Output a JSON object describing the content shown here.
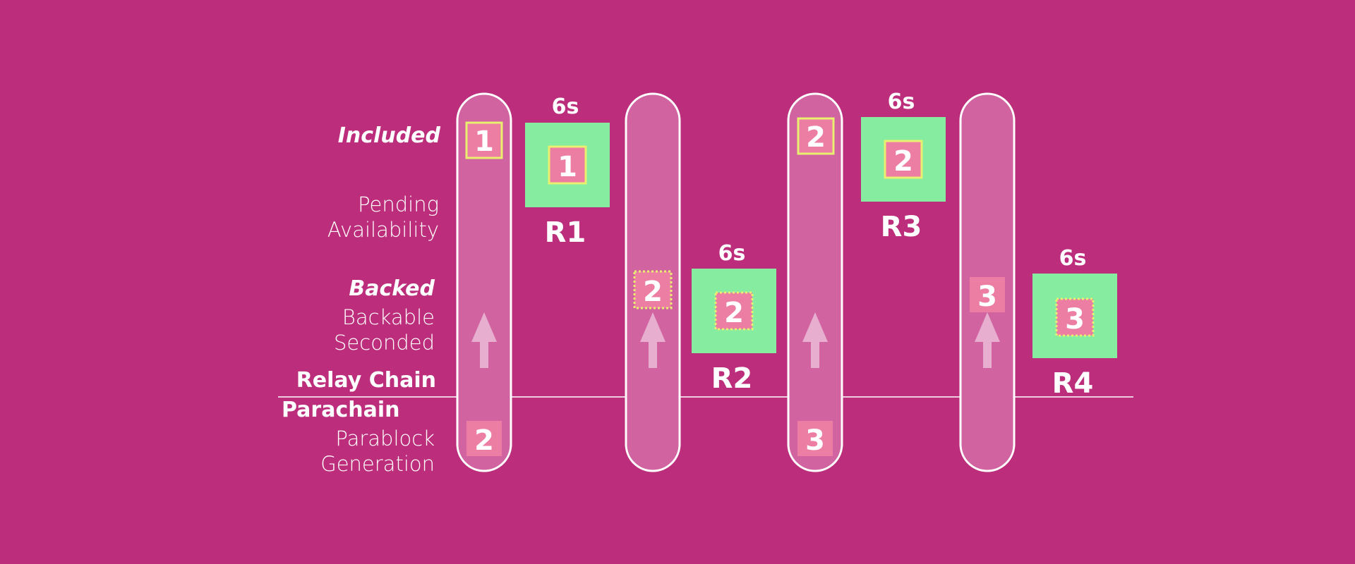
{
  "labels": {
    "included": "Included",
    "pending": "Pending",
    "availability": "Availability",
    "backed": "Backed",
    "backable": "Backable",
    "seconded": "Seconded",
    "relay_chain": "Relay Chain",
    "parachain": "Parachain",
    "parablock": "Parablock",
    "generation": "Generation"
  },
  "columns": [
    {
      "bottom_block": "2",
      "included_block": "1",
      "backed_block": ""
    },
    {
      "bottom_block": "",
      "included_block": "",
      "backed_block": "2"
    },
    {
      "bottom_block": "3",
      "included_block": "2",
      "backed_block": ""
    },
    {
      "bottom_block": "",
      "included_block": "",
      "backed_block": "3"
    }
  ],
  "relay_blocks": [
    {
      "name": "R1",
      "time": "6s",
      "block": "1",
      "border": "solid"
    },
    {
      "name": "R2",
      "time": "6s",
      "block": "2",
      "border": "dotted"
    },
    {
      "name": "R3",
      "time": "6s",
      "block": "2",
      "border": "solid"
    },
    {
      "name": "R4",
      "time": "6s",
      "block": "3",
      "border": "dotted"
    }
  ],
  "colors": {
    "background": "#bc2e7b",
    "column_fill": "#d063a0",
    "relay_fill": "#86eda0",
    "block_fill": "#ec7ea4",
    "highlight": "#e9ef6e",
    "arrow": "#e8aed0",
    "text": "#ffffff"
  }
}
